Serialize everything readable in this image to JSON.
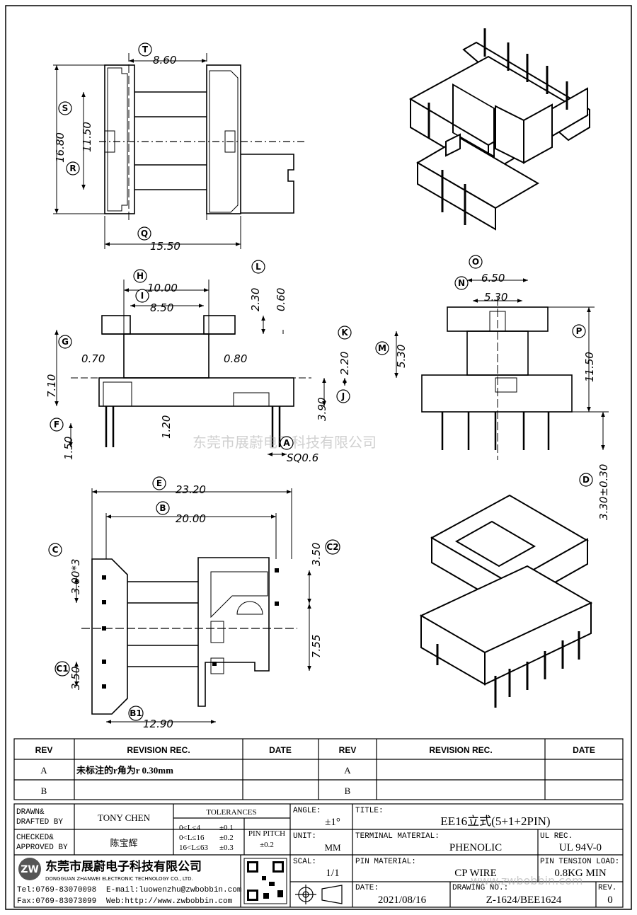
{
  "dims": {
    "T": "8.60",
    "S": "16.80",
    "R": "11.50",
    "Q": "15.50",
    "H": "10.00",
    "I": "8.50",
    "L": "2.30",
    "L2": "0.60",
    "G": "7.10",
    "C_left": "0.70",
    "C_right": "0.80",
    "K": "2.20",
    "J": "3.90",
    "F": "1.50",
    "Fmid": "1.20",
    "A": "SQ0.6",
    "O": "6.50",
    "N": "5.30",
    "M": "5.30",
    "P": "11.50",
    "D": "3.30±0.30",
    "E": "23.20",
    "B": "20.00",
    "C": "3.00*3",
    "C2": "3.50",
    "C2b": "7.55",
    "C1": "3.50",
    "B1": "12.90"
  },
  "balloons": [
    "T",
    "S",
    "R",
    "Q",
    "H",
    "I",
    "L",
    "G",
    "J",
    "K",
    "F",
    "A",
    "O",
    "N",
    "M",
    "P",
    "D",
    "E",
    "B",
    "C",
    "C2",
    "C1",
    "B1"
  ],
  "watermark": "东莞市展蔚电子科技有限公司",
  "revision_table": {
    "headers": [
      "REV",
      "REVISION REC.",
      "DATE",
      "REV",
      "REVISION REC.",
      "DATE"
    ],
    "rows": [
      {
        "rev": "A",
        "rec": "未标注的r角为r 0.30mm",
        "date": "",
        "rev2": "A",
        "rec2": "",
        "date2": ""
      },
      {
        "rev": "B",
        "rec": "",
        "date": "",
        "rev2": "B",
        "rec2": "",
        "date2": ""
      }
    ]
  },
  "title_block": {
    "drawn_label": "DRAWN&\nDRAFTED BY",
    "drawn_label_1": "DRAWN&",
    "drawn_label_2": "DRAFTED BY",
    "drawn_value": "TONY CHEN",
    "checked_label_1": "CHECKED&",
    "checked_label_2": "APPROVED BY",
    "checked_value": "陈宝辉",
    "tolerances_label": "TOLERANCES",
    "tol_rows": [
      {
        "range": "0<L≤4",
        "tol": "±0.1"
      },
      {
        "range": "0<L≤16",
        "tol": "±0.2"
      },
      {
        "range": "16<L≤63",
        "tol": "±0.3"
      }
    ],
    "pin_pitch_label": "PIN PITCH",
    "pin_pitch_value": "±0.2",
    "angle_label": "ANGLE:",
    "angle_value": "±1°",
    "unit_label": "UNIT:",
    "unit_value": "MM",
    "scal_label": "SCAL:",
    "scal_value": "1/1",
    "title_label": "TITLE:",
    "title_value": "EE16立式(5+1+2PIN)",
    "terminal_label": "TERMINAL MATERIAL:",
    "terminal_value": "PHENOLIC",
    "ul_label": "UL REC.",
    "ul_value": "UL 94V-0",
    "pin_mat_label": "PIN MATERIAL:",
    "pin_mat_value": "CP WIRE",
    "tension_label": "PIN TENSION LOAD:",
    "tension_value": "0.8KG MIN",
    "date_label": "DATE:",
    "date_value": "2021/08/16",
    "drawing_label": "DRAWING NO.:",
    "drawing_value": "Z-1624/BEE1624",
    "rev_label": "REV.",
    "rev_value": "0",
    "company_cn": "东莞市展蔚电子科技有限公司",
    "company_en": "DONGGUAN ZHANWEI ELECTRONIC TECHNOLOGY CO., LTD.",
    "tel": "Tel:0769-83070098",
    "email": "E-mail:luowenzhu@zwbobbin.com",
    "fax": "Fax:0769-83073099",
    "web": "Web:http://www.zwbobbin.com",
    "web_watermark": "www.zwbobbin.com"
  }
}
